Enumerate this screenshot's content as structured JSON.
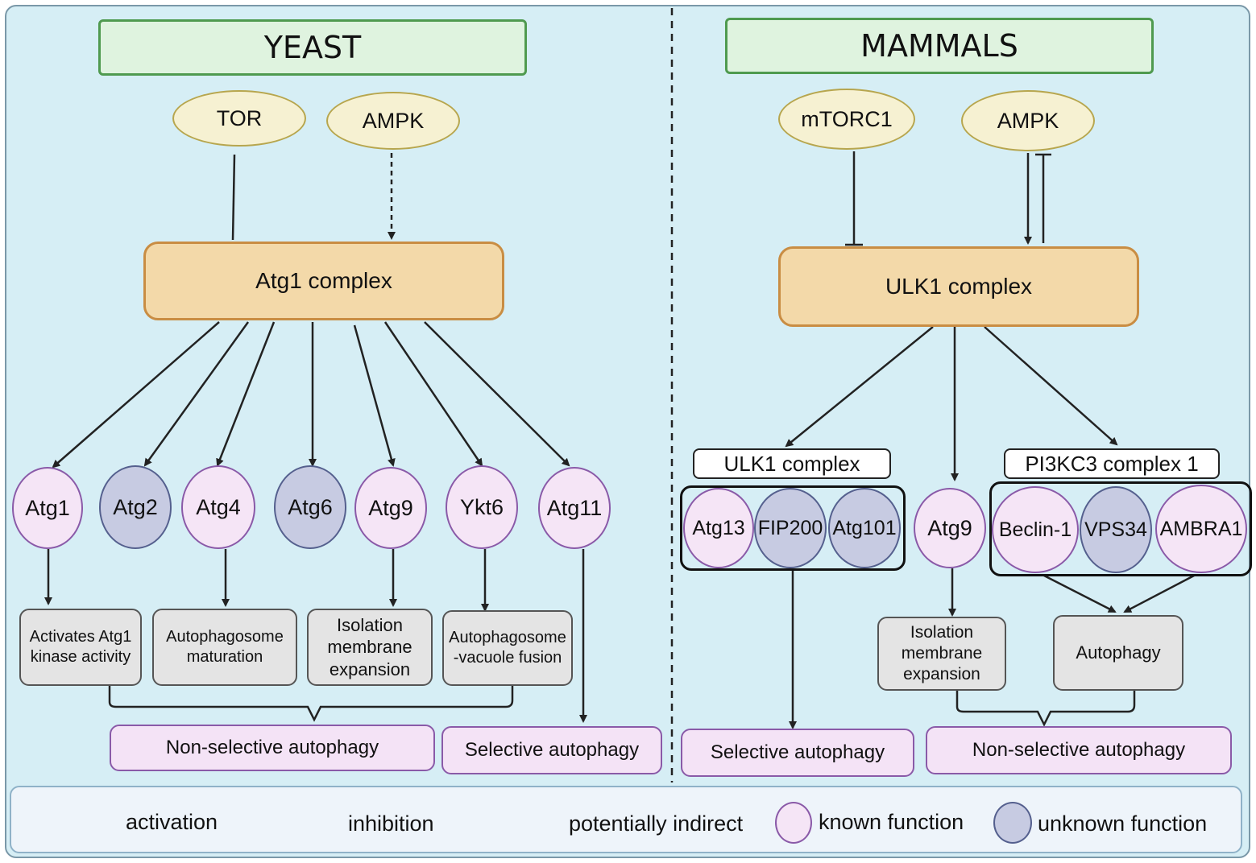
{
  "yeast": {
    "title": "YEAST",
    "regulators": {
      "tor": "TOR",
      "ampk": "AMPK"
    },
    "complex": "Atg1 complex",
    "proteins": {
      "atg1": "Atg1",
      "atg2": "Atg2",
      "atg4": "Atg4",
      "atg6": "Atg6",
      "atg9": "Atg9",
      "ykt6": "Ykt6",
      "atg11": "Atg11"
    },
    "functions": {
      "atg1": "Activates Atg1 kinase activity",
      "atg4": "Autophagosome maturation",
      "atg9": "Isolation membrane expansion",
      "ykt6": "Autophagosome -vacuole fusion"
    },
    "outcomes": {
      "non_selective": "Non-selective autophagy",
      "selective": "Selective autophagy"
    }
  },
  "mammals": {
    "title": "MAMMALS",
    "regulators": {
      "mtorc1": "mTORC1",
      "ampk": "AMPK"
    },
    "complex": "ULK1 complex",
    "ulk1_group": {
      "label": "ULK1 complex",
      "members": {
        "atg13": "Atg13",
        "fip200": "FIP200",
        "atg101": "Atg101"
      }
    },
    "atg9": "Atg9",
    "pi3kc3_group": {
      "label": "PI3KC3 complex 1",
      "members": {
        "beclin1": "Beclin-1",
        "vps34": "VPS34",
        "ambra1": "AMBRA1"
      }
    },
    "functions": {
      "isolation": "Isolation membrane expansion",
      "autophagy": "Autophagy"
    },
    "outcomes": {
      "selective": "Selective autophagy",
      "non_selective": "Non-selective autophagy"
    }
  },
  "legend": {
    "activation": "activation",
    "inhibition": "inhibition",
    "indirect": "potentially indirect",
    "known": "known function",
    "unknown": "unknown function"
  },
  "colors": {
    "background": "#d6eef5",
    "known_fill": "#f5e5f6",
    "unknown_fill": "#c7cbe2",
    "complex_fill": "#f3d9a9",
    "regulator_fill": "#f6f1d2",
    "title_fill": "#dff3df"
  }
}
